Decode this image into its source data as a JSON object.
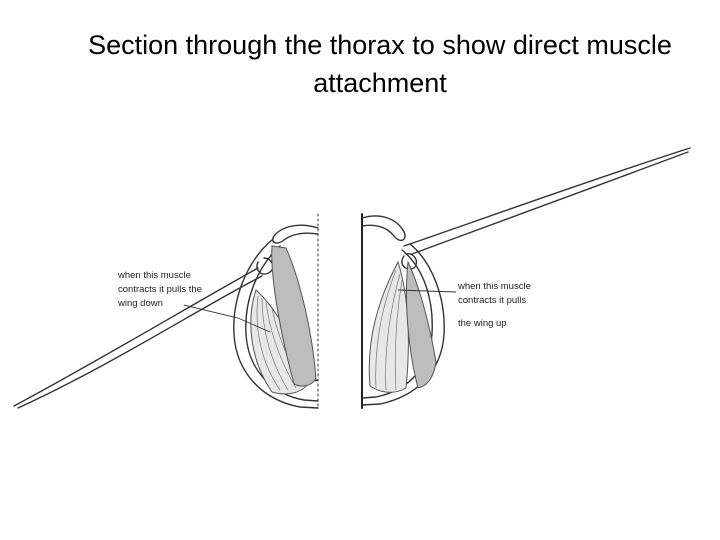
{
  "title": "Section through the thorax to show direct muscle attachment",
  "labels": {
    "left": "when this muscle contracts it pulls the wing down",
    "right_a": "when this muscle contracts it pulls",
    "right_b": "the wing up"
  },
  "colors": {
    "line": "#333333",
    "muscle_fill": "#bdbdbd",
    "muscle_stroke": "#555555"
  }
}
